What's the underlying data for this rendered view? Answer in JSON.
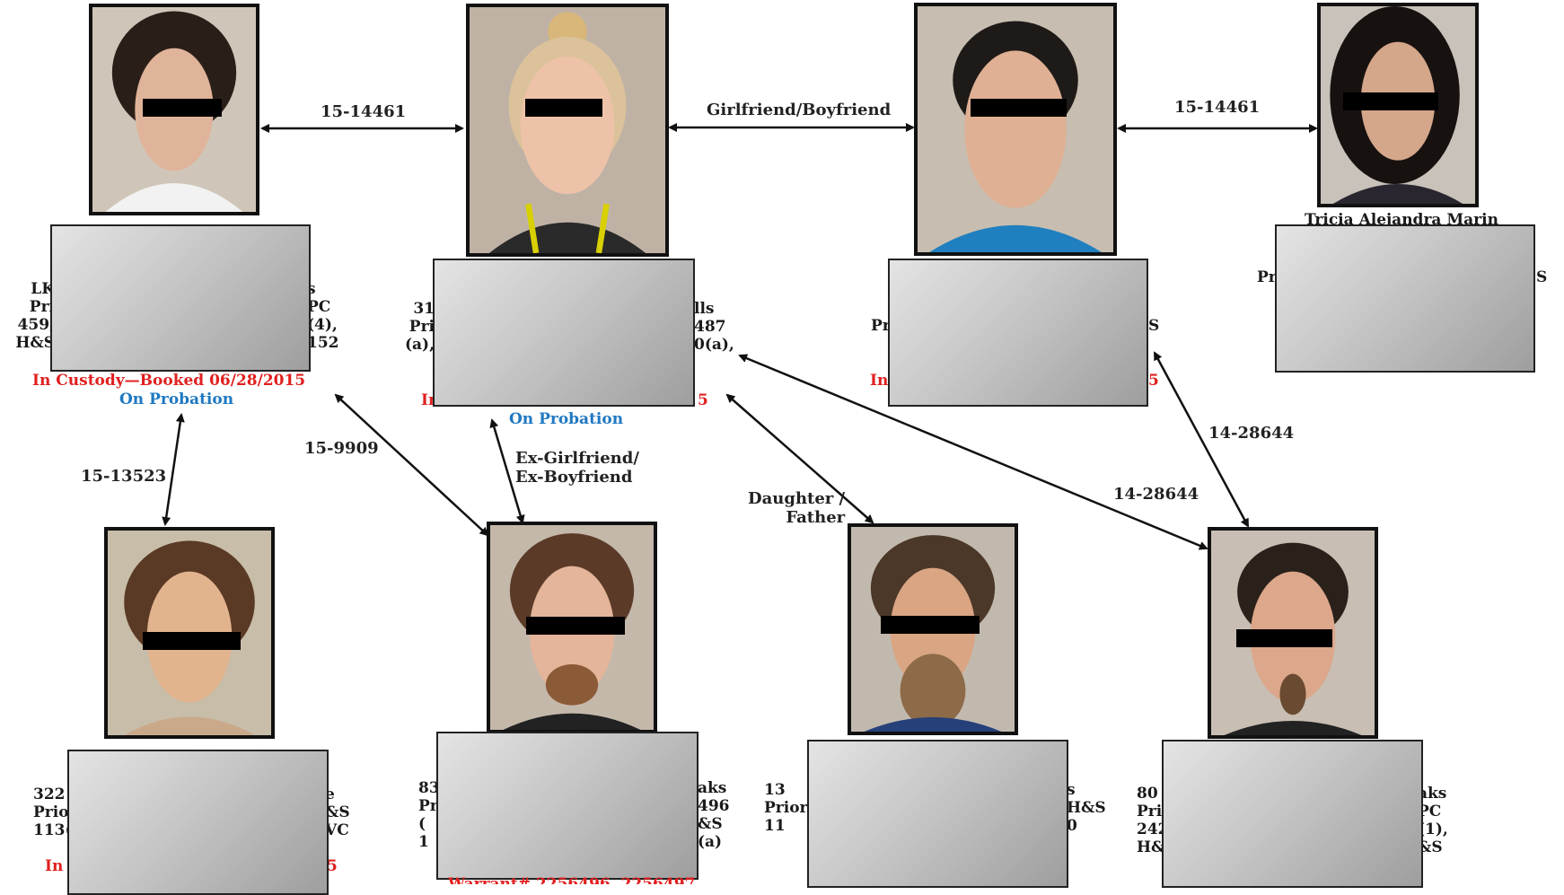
{
  "links": {
    "e1": "15-14461",
    "e2": "Girlfriend/Boyfriend",
    "e3": "15-14461",
    "e4": "15-13523",
    "e5": "15-9909",
    "e6": "Ex-Girlfriend/\nEx-Boyfriend",
    "e7": "Daughter /\nFather",
    "e8": "14-28644",
    "e9": "14-28644"
  },
  "people": {
    "p1": {
      "frag_left": "LK\nPri\n459,\nH&S",
      "frag_right": "s\nPC\n(4),\n152",
      "status": "In Custody—Booked 06/28/2015",
      "probation": "On Probation"
    },
    "p2": {
      "frag_left": "31\nPri\n(a),",
      "frag_right": "lls\n487\n0(a),",
      "status_frag_left": "In",
      "status_frag_right": "5",
      "probation": "On Probation"
    },
    "p3": {
      "frag_left": "Pr",
      "frag_right": "S",
      "status_frag_left": "In",
      "status_frag_right": "5"
    },
    "p4": {
      "name": "Tricia Alejandra Marin",
      "frag_left": "Pr",
      "frag_right": "S"
    },
    "p5": {
      "frag_left": "322\nPrio\n113(",
      "frag_right": "e\n&S\nVC",
      "status_frag_left": "In",
      "status_frag_right": "5"
    },
    "p6": {
      "frag_left": "83\nPr\n(\n1",
      "frag_right": "aks\n496\n&S\n(a)",
      "status": "Warrant# 2256496, 2256497"
    },
    "p7": {
      "frag_left": "13\nPriors\n11",
      "frag_right": "s\nH&S\n0"
    },
    "p8": {
      "frag_left": "80\nPri\n242,\nH&",
      "frag_right": "aks\nPC\n(1),\n&S"
    }
  },
  "colors": {
    "status_red": "#e02020",
    "probation_blue": "#1f78c1",
    "frame": "#111111",
    "redaction": "#c6c6c6"
  }
}
